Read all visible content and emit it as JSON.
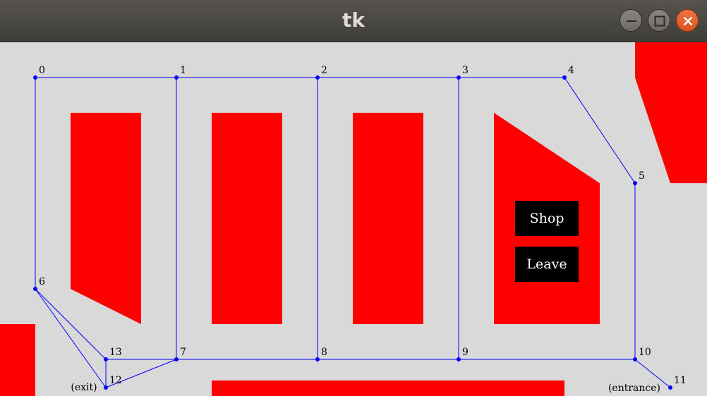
{
  "window": {
    "title": "tk",
    "controls": [
      "minimize-icon",
      "maximize-icon",
      "close-icon"
    ]
  },
  "colors": {
    "shelf": "#ff0000",
    "path": "#0000ff",
    "button_bg": "#000000",
    "button_text": "#ffffff",
    "canvas_bg": "#d9d9d9"
  },
  "map": {
    "nodes": [
      {
        "id": "0"
      },
      {
        "id": "1"
      },
      {
        "id": "2"
      },
      {
        "id": "3"
      },
      {
        "id": "4"
      },
      {
        "id": "5"
      },
      {
        "id": "6"
      },
      {
        "id": "7"
      },
      {
        "id": "8"
      },
      {
        "id": "9"
      },
      {
        "id": "10"
      },
      {
        "id": "11"
      },
      {
        "id": "12"
      },
      {
        "id": "13"
      }
    ],
    "edges": [
      [
        "0",
        "1"
      ],
      [
        "1",
        "2"
      ],
      [
        "2",
        "3"
      ],
      [
        "3",
        "4"
      ],
      [
        "4",
        "5"
      ],
      [
        "5",
        "10"
      ],
      [
        "10",
        "11"
      ],
      [
        "0",
        "6"
      ],
      [
        "6",
        "13"
      ],
      [
        "6",
        "12"
      ],
      [
        "13",
        "12"
      ],
      [
        "13",
        "7"
      ],
      [
        "12",
        "7"
      ],
      [
        "1",
        "7"
      ],
      [
        "7",
        "8"
      ],
      [
        "2",
        "8"
      ],
      [
        "8",
        "9"
      ],
      [
        "3",
        "9"
      ],
      [
        "9",
        "10"
      ]
    ],
    "exit_label": "(exit)",
    "entrance_label": "(entrance)"
  },
  "buttons": {
    "shop": "Shop",
    "leave": "Leave"
  }
}
